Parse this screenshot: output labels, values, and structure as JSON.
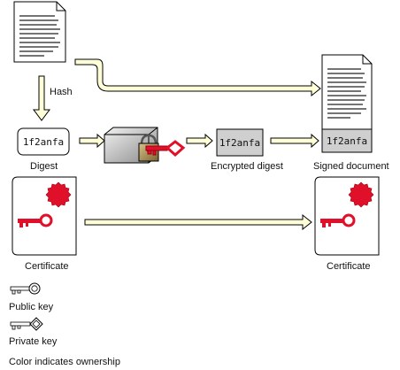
{
  "diagram": {
    "hash_label": "Hash",
    "digest_text": "1f2anfa",
    "digest_label": "Digest",
    "encrypted_text": "1f2anfa",
    "encrypted_label": "Encrypted digest",
    "signed_text": "1f2anfa",
    "signed_label": "Signed document",
    "cert_left_label": "Certificate",
    "cert_right_label": "Certificate"
  },
  "legend": {
    "public_key": "Public key",
    "private_key": "Private key",
    "note": "Color indicates ownership"
  },
  "colors": {
    "owner_red": "#e0102a",
    "arrow_fill": "#ffffd8",
    "box_gray": "#cfcfcf"
  }
}
